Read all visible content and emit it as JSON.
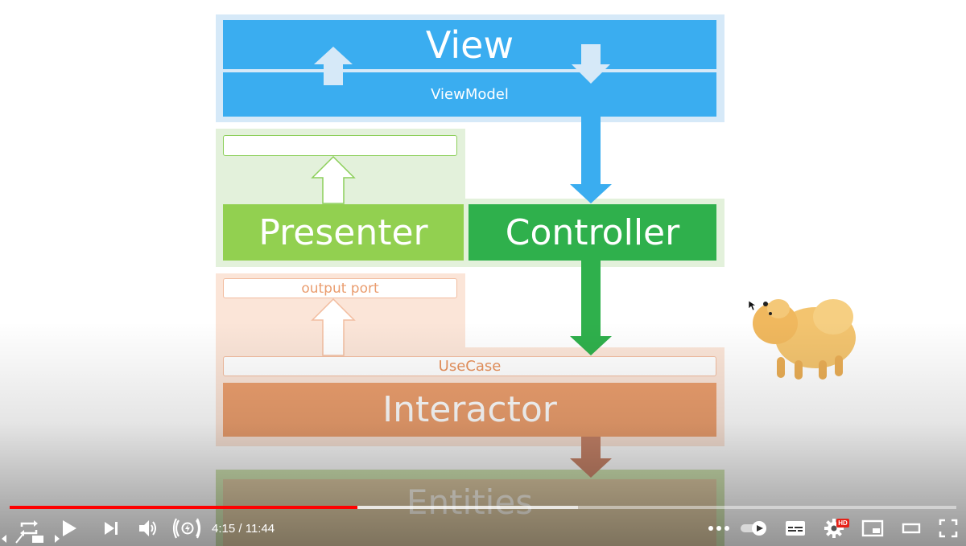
{
  "diagram": {
    "view": "View",
    "view_model": "ViewModel",
    "presenter": "Presenter",
    "controller": "Controller",
    "output_port": "output port",
    "use_case": "UseCase",
    "interactor": "Interactor",
    "entities": "Entities"
  },
  "player": {
    "current_time": "4:15",
    "separator": " / ",
    "duration": "11:44",
    "progress_played_fraction": 0.367,
    "progress_loaded_fraction": 0.6,
    "hd_badge": "HD"
  },
  "icons": {
    "loop": "loop-icon",
    "play": "play-icon",
    "next": "next-icon",
    "volume": "volume-icon",
    "live": "live-icon",
    "more": "more-icon",
    "autoplay": "autoplay-toggle",
    "subtitles": "subtitles-icon",
    "settings": "settings-icon",
    "miniplayer": "miniplayer-icon",
    "theater": "theater-icon",
    "fullscreen": "fullscreen-icon"
  },
  "colors": {
    "view_blue": "#3aadf0",
    "presenter_green": "#92d050",
    "controller_green": "#2fb04c",
    "interactor_orange": "#ec9f6e",
    "progress_red": "#ff0000"
  }
}
